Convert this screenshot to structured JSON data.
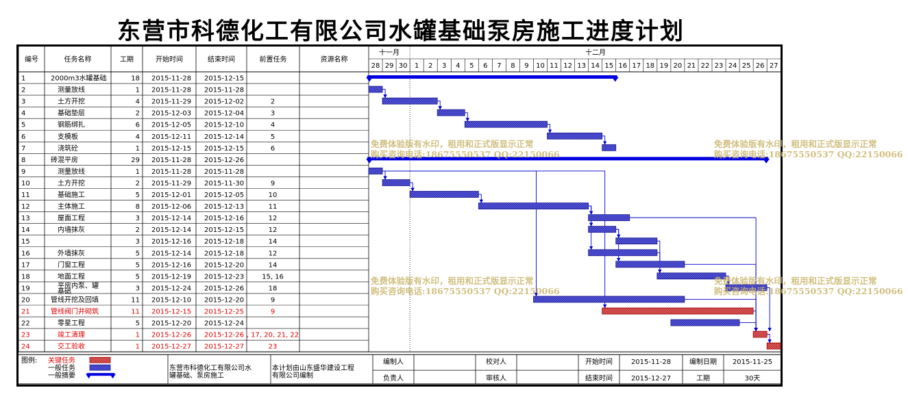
{
  "title": "东营市科德化工有限公司水罐基础泵房施工进度计划",
  "columns": [
    "编号",
    "任务名称",
    "工期",
    "开始时间",
    "结束时间",
    "前置任务",
    "资源名称"
  ],
  "months": [
    {
      "label": "十一月"
    },
    {
      "label": "十二月"
    }
  ],
  "days": [
    "28",
    "29",
    "30",
    "1",
    "2",
    "3",
    "4",
    "5",
    "6",
    "7",
    "8",
    "9",
    "10",
    "11",
    "12",
    "13",
    "14",
    "15",
    "16",
    "17",
    "18",
    "19",
    "20",
    "21",
    "22",
    "23",
    "24",
    "25",
    "26",
    "27"
  ],
  "chart_data": {
    "type": "gantt",
    "timeline_start": "2015-11-28",
    "timeline_end": "2015-12-27",
    "tasks": [
      {
        "id": "1",
        "name": "2000m3水罐基础",
        "duration": "18",
        "start": "2015-11-28",
        "end": "2015-12-15",
        "pred": "",
        "type": "summary"
      },
      {
        "id": "2",
        "name": "测量放线",
        "duration": "1",
        "start": "2015-11-28",
        "end": "2015-11-28",
        "pred": "",
        "type": "normal"
      },
      {
        "id": "3",
        "name": "土方开挖",
        "duration": "4",
        "start": "2015-11-29",
        "end": "2015-12-02",
        "pred": "2",
        "type": "normal"
      },
      {
        "id": "4",
        "name": "基础垫层",
        "duration": "2",
        "start": "2015-12-03",
        "end": "2015-12-04",
        "pred": "3",
        "type": "normal"
      },
      {
        "id": "5",
        "name": "钢筋绑扎",
        "duration": "6",
        "start": "2015-12-05",
        "end": "2015-12-10",
        "pred": "4",
        "type": "normal"
      },
      {
        "id": "6",
        "name": "支模板",
        "duration": "4",
        "start": "2015-12-11",
        "end": "2015-12-14",
        "pred": "5",
        "type": "normal"
      },
      {
        "id": "7",
        "name": "浇筑砼",
        "duration": "1",
        "start": "2015-12-15",
        "end": "2015-12-15",
        "pred": "6",
        "type": "normal"
      },
      {
        "id": "8",
        "name": "砖混平房",
        "duration": "29",
        "start": "2015-11-28",
        "end": "2015-12-26",
        "pred": "",
        "type": "summary"
      },
      {
        "id": "9",
        "name": "测量放线",
        "duration": "1",
        "start": "2015-11-28",
        "end": "2015-11-28",
        "pred": "",
        "type": "normal"
      },
      {
        "id": "10",
        "name": "土方开挖",
        "duration": "2",
        "start": "2015-11-29",
        "end": "2015-11-30",
        "pred": "9",
        "type": "normal"
      },
      {
        "id": "11",
        "name": "基础施工",
        "duration": "5",
        "start": "2015-12-01",
        "end": "2015-12-05",
        "pred": "10",
        "type": "normal"
      },
      {
        "id": "12",
        "name": "主体施工",
        "duration": "8",
        "start": "2015-12-06",
        "end": "2015-12-13",
        "pred": "11",
        "type": "normal"
      },
      {
        "id": "13",
        "name": "屋面工程",
        "duration": "3",
        "start": "2015-12-14",
        "end": "2015-12-16",
        "pred": "12",
        "type": "normal"
      },
      {
        "id": "14",
        "name": "内墙抹灰",
        "duration": "2",
        "start": "2015-12-14",
        "end": "2015-12-15",
        "pred": "12",
        "type": "normal"
      },
      {
        "id": "15",
        "name": "",
        "duration": "3",
        "start": "2015-12-16",
        "end": "2015-12-18",
        "pred": "14",
        "type": "normal"
      },
      {
        "id": "16",
        "name": "外墙抹灰",
        "duration": "5",
        "start": "2015-12-14",
        "end": "2015-12-18",
        "pred": "12",
        "type": "normal"
      },
      {
        "id": "17",
        "name": "门窗工程",
        "duration": "5",
        "start": "2015-12-16",
        "end": "2015-12-20",
        "pred": "14",
        "type": "normal"
      },
      {
        "id": "18",
        "name": "地面工程",
        "duration": "5",
        "start": "2015-12-19",
        "end": "2015-12-23",
        "pred": "15, 16",
        "type": "normal"
      },
      {
        "id": "19",
        "name": "平房内泵、罐基础",
        "duration": "3",
        "start": "2015-12-24",
        "end": "2015-12-26",
        "pred": "18",
        "type": "normal"
      },
      {
        "id": "20",
        "name": "管线开挖及回填",
        "duration": "11",
        "start": "2015-12-10",
        "end": "2015-12-20",
        "pred": "9",
        "type": "normal"
      },
      {
        "id": "21",
        "name": "管线阀门井砌筑",
        "duration": "11",
        "start": "2015-12-15",
        "end": "2015-12-25",
        "pred": "9",
        "type": "critical"
      },
      {
        "id": "22",
        "name": "零星工程",
        "duration": "5",
        "start": "2015-12-20",
        "end": "2015-12-24",
        "pred": "",
        "type": "normal"
      },
      {
        "id": "23",
        "name": "竣工清理",
        "duration": "1",
        "start": "2015-12-26",
        "end": "2015-12-26",
        "pred": ", 17, 20, 21, 22",
        "type": "critical"
      },
      {
        "id": "24",
        "name": "交工验收",
        "duration": "1",
        "start": "2015-12-27",
        "end": "2015-12-27",
        "pred": "23",
        "type": "critical"
      }
    ]
  },
  "legend": {
    "label": "图例:",
    "critical": "关键任务",
    "normal": "一般任务",
    "summary": "一般摘要"
  },
  "footer": {
    "project": "东营市科德化工有限公司水罐基础、泵房施工",
    "note": "本计划由山东盛华建设工程有限公司编制",
    "compiler_label": "编制人",
    "owner_label": "负责人",
    "checker_label": "校对人",
    "reviewer_label": "审核人",
    "start_label": "开始时间",
    "start_value": "2015-11-28",
    "end_label": "结束时间",
    "end_value": "2015-12-27",
    "date_label": "编制日期",
    "date_value": "2015-11-25",
    "duration_label": "工期",
    "duration_value": "30天"
  },
  "watermark": {
    "line1": "免费体验版有水印，租用和正式版显示正常",
    "line2": "购买咨询电话:18675550537 QQ:22150066"
  },
  "colors": {
    "normal": "#4a4ad8",
    "critical": "#e05050",
    "summary": "#0000e0",
    "link": "#0000cc"
  }
}
